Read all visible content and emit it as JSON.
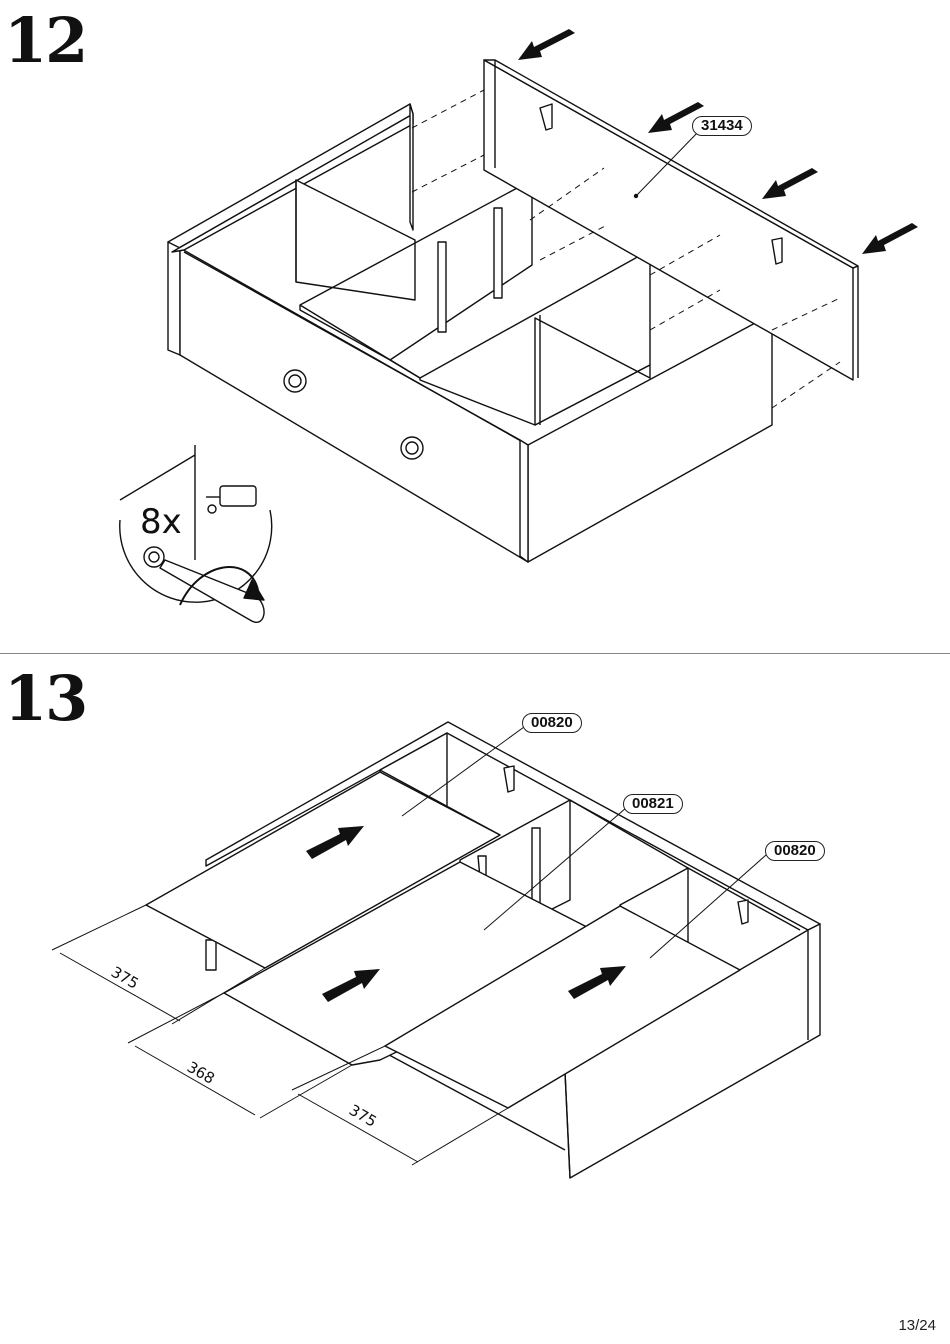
{
  "steps": [
    {
      "number": "12",
      "part_label": "31434",
      "count_label": "8x"
    },
    {
      "number": "13",
      "part_labels": [
        "00820",
        "00821",
        "00820"
      ],
      "dimensions": [
        "375",
        "368",
        "375"
      ]
    }
  ],
  "page": {
    "number": "13/24"
  }
}
